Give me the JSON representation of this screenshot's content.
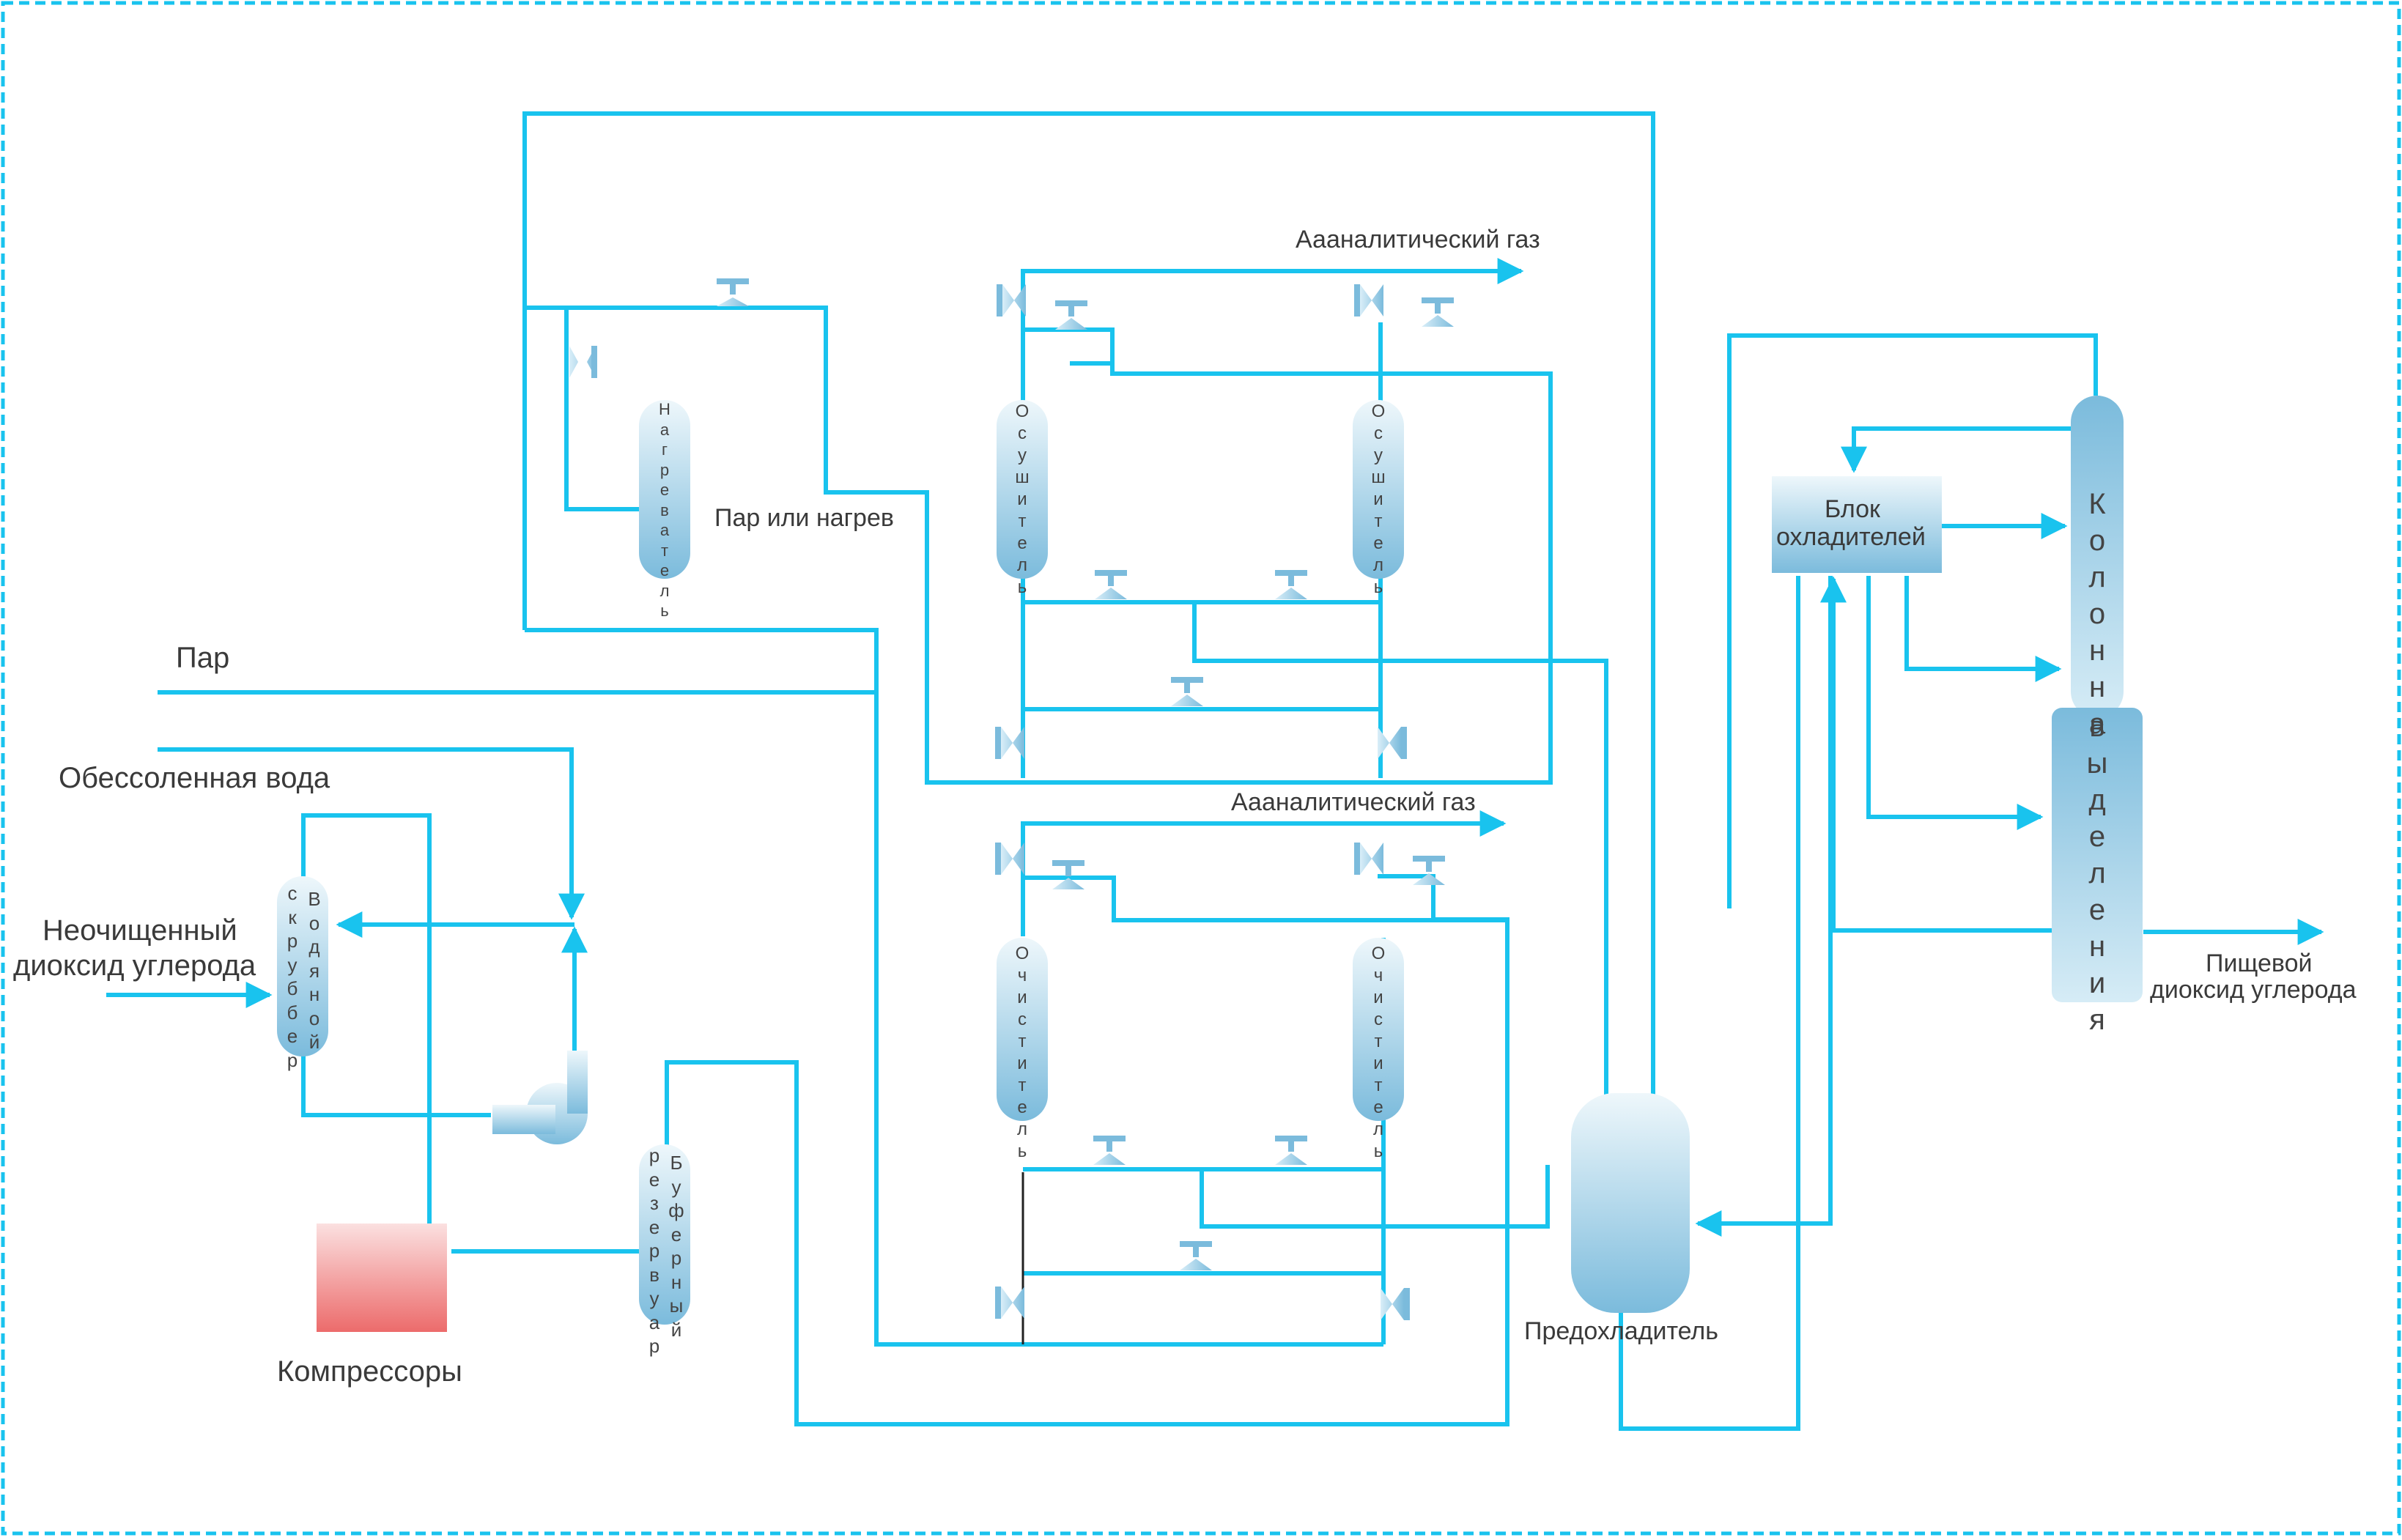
{
  "colors": {
    "pipe": "#19c3ee",
    "vessel_top": "#eef7fb",
    "vessel_bottom": "#7bbbdc",
    "compressor_top": "#fbe0e0",
    "compressor_bottom": "#ec6b6b",
    "text": "#3a3a3a"
  },
  "labels": {
    "steam": "Пар",
    "demin_water": "Обессоленная вода",
    "raw_co2_line1": "Неочищенный",
    "raw_co2_line2": "диоксид углерода",
    "compressors": "Компрессоры",
    "steam_or_heat": "Пар или нагрев",
    "analytic_gas_top": "Аааналитический газ",
    "analytic_gas_bottom": "Аааналитический газ",
    "precooler": "Предохладитель",
    "cooler_block_line1": "Блок",
    "cooler_block_line2": "охладителей",
    "food_co2_line1": "Пищевой",
    "food_co2_line2": "диоксид углерода"
  },
  "vertical_labels": {
    "heater": "Нагреватель",
    "dryer_left": "Осушитель",
    "dryer_right": "Осушитель",
    "purifier_left": "Очиститель",
    "purifier_right": "Очиститель",
    "scrubber_col1": "Водяной",
    "scrubber_col2": "скруббер",
    "buffer_col1": "Буферный",
    "buffer_col2": "резервуар",
    "column_col1": "Колонна",
    "column_col2": "выделения"
  }
}
